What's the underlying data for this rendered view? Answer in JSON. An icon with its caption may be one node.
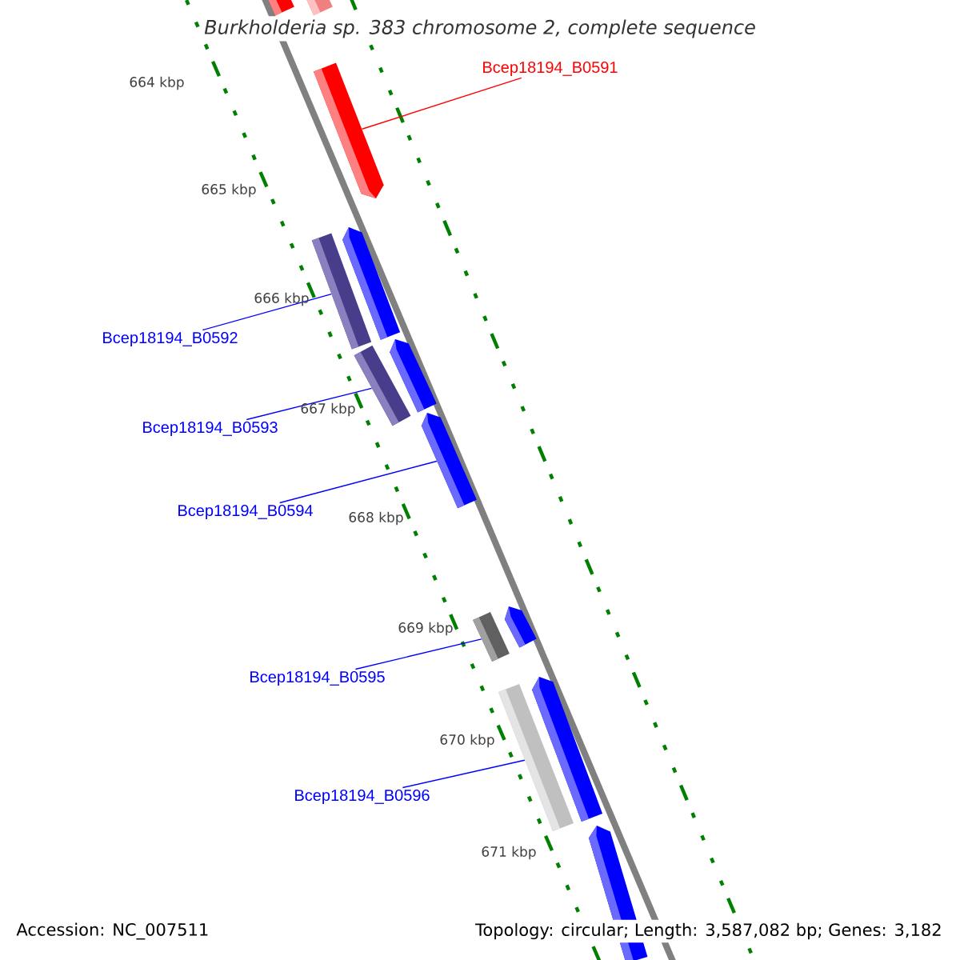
{
  "diagram": {
    "title": "Burkholderia sp. 383 chromosome 2, complete sequence",
    "nodes": [
      {
        "text": [
          "Bcep18194_B0591"
        ]
      },
      {
        "text": [],
        "shape": "bar"
      },
      {
        "text": [
          "Bcep18194_B0592"
        ]
      },
      {
        "text": [],
        "shape": "bar"
      },
      {
        "text": [
          "Bcep18194_B0593"
        ]
      },
      {
        "text": [],
        "shape": "bar"
      },
      {
        "text": [
          "Bcep18194_B0594"
        ]
      },
      {
        "text": [],
        "shape": "bar"
      },
      {
        "text": [
          "Bcep18194_B0595"
        ]
      },
      {
        "text": [],
        "shape": "bar"
      },
      {
        "text": [
          "Bcep18194_B0596"
        ]
      },
      {
        "text": [],
        "shape": "bar"
      },
      {
        "text": [],
        "shape": "bar"
      },
      {
        "text": [],
        "shape": "bar"
      },
      {
        "text": [],
        "shape": "bar"
      },
      {
        "text": [],
        "shape": "bar"
      },
      {
        "text": [],
        "shape": "bar"
      },
      {
        "text": [],
        "shape": "bar"
      },
      {
        "text": [],
        "shape": "bar"
      }
    ],
    "edges": [
      {
        "from": 0,
        "to": 1,
        "arrow": "none",
        "color": "#ff0000"
      },
      {
        "from": 2,
        "to": 3,
        "arrow": "none"
      },
      {
        "from": 4,
        "to": 5,
        "arrow": "none"
      },
      {
        "from": 6,
        "to": 7,
        "arrow": "none"
      },
      {
        "from": 8,
        "to": 9,
        "arrow": "none"
      },
      {
        "from": 10,
        "to": 11,
        "arrow": "none"
      }
    ],
    "labels": [
      "664 kbp",
      "665 kbp",
      "666 kbp",
      "667 kbp",
      "668 kbp",
      "669 kbp",
      "670 kbp",
      "671 kbp",
      "Accession: NC_007511",
      "Topology: circular; Length: 3,587,082 bp; Genes: 3,182"
    ]
  }
}
